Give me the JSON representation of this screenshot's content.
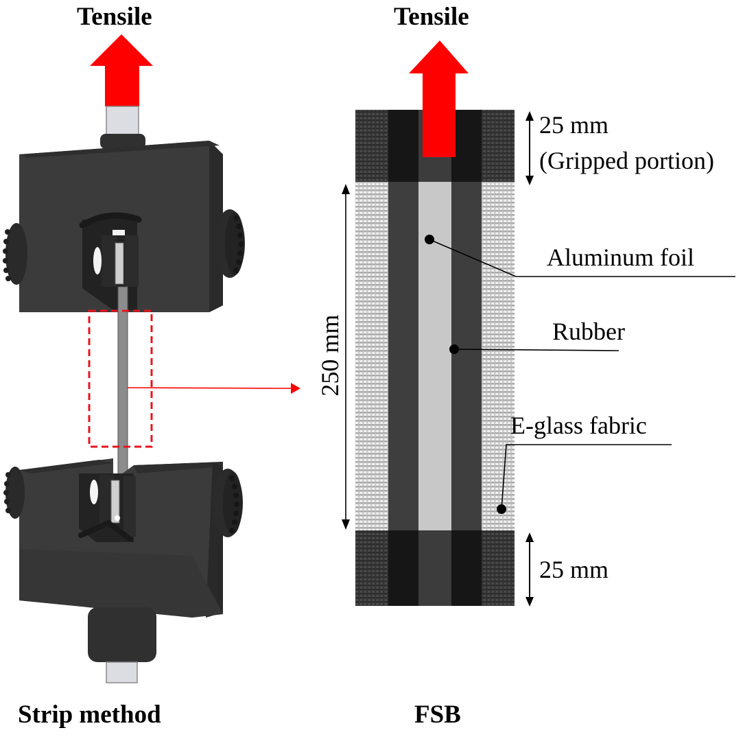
{
  "left_panel": {
    "title": "Tensile",
    "caption": "Strip method",
    "arrow_color": "#ff0000",
    "highlight_color": "#e8141c"
  },
  "right_panel": {
    "title": "Tensile",
    "caption": "FSB",
    "dimensions": {
      "top_grip": "25 mm",
      "top_grip_note": "(Gripped portion)",
      "gauge_length": "250 mm",
      "bottom_grip": "25 mm"
    },
    "layers": [
      {
        "name": "Aluminum foil",
        "color": "#c8c8c8"
      },
      {
        "name": "Rubber",
        "color": "#3e3e3e"
      },
      {
        "name": "E-glass fabric",
        "color": "#d9d9d9"
      }
    ],
    "grip_colors": {
      "fabric": "#3a3a3a",
      "rubber": "#161616",
      "foil": "#3c3c3c"
    }
  },
  "colors": {
    "fixture_body": "#3b3b3b",
    "fixture_dark": "#262626",
    "rod": "#dcdde2"
  }
}
